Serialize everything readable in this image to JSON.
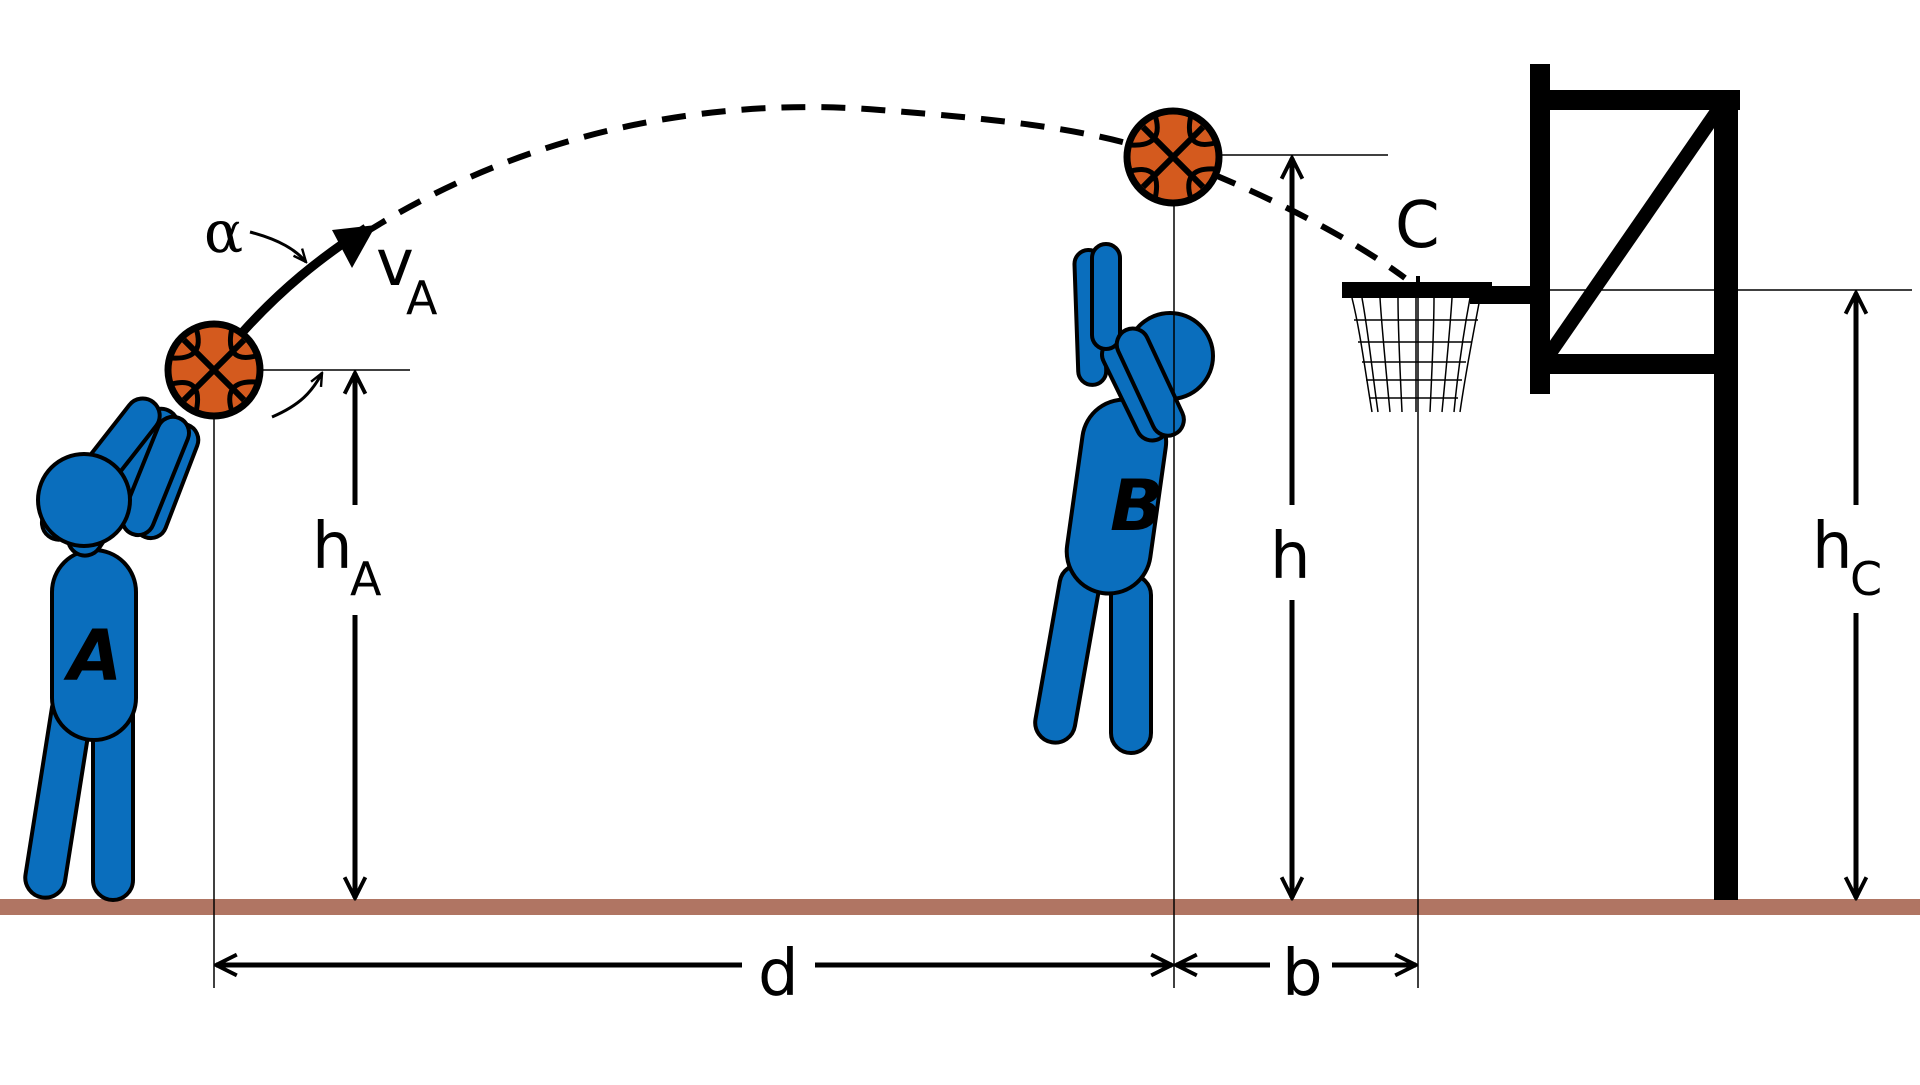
{
  "diagram": {
    "players": {
      "a": {
        "letter": "A"
      },
      "b": {
        "letter": "B"
      }
    },
    "labels": {
      "alpha": "α",
      "v_main": "v",
      "v_sub": "A",
      "c": "C",
      "h": "h",
      "hA_main": "h",
      "hA_sub": "A",
      "hC_main": "h",
      "hC_sub": "C",
      "d": "d",
      "b": "b"
    },
    "colors": {
      "player": "#0A6EBD",
      "ball": "#D45A1E",
      "floor": "#B07563",
      "ink": "#000000"
    }
  }
}
